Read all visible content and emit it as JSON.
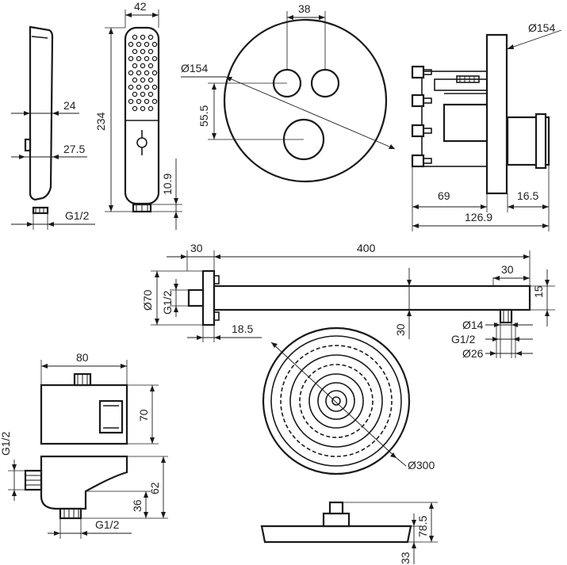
{
  "colors": {
    "line": "#1a1a1a",
    "background": "#ffffff"
  },
  "hand_shower_side": {
    "dims": {
      "depth": "24",
      "body": "27.5",
      "thread": "G1/2"
    }
  },
  "hand_shower_front": {
    "dims": {
      "width": "42",
      "length": "234",
      "connector": "10.9"
    }
  },
  "thermostat_front": {
    "dims": {
      "spacing": "38",
      "diameter": "Ø154",
      "height": "55.5"
    }
  },
  "thermostat_side": {
    "dims": {
      "plate": "Ø154",
      "body": "69",
      "handle": "16.5",
      "total": "126.9"
    }
  },
  "shower_arm": {
    "dims": {
      "flange": "30",
      "length": "400",
      "tip": "30",
      "flange_diameter": "Ø70",
      "thread": "G1/2",
      "wall": "18.5",
      "height": "30",
      "tube": "15",
      "outlet_diameter": "Ø14",
      "outlet_thread": "G1/2",
      "outlet_outer": "Ø26"
    }
  },
  "wall_outlet": {
    "dims": {
      "width": "80",
      "height": "70",
      "thread_left": "G1/2",
      "offset": "36",
      "total": "62",
      "thread_bottom": "G1/2"
    }
  },
  "overhead_shower": {
    "dims": {
      "diameter": "Ø300",
      "height": "78.5",
      "plate": "33"
    }
  }
}
